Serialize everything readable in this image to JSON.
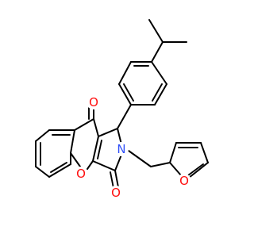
{
  "molecule": {
    "atoms": [
      {
        "id": "O_ketone",
        "symbol": "O",
        "color": "#ff0d0d"
      },
      {
        "id": "N_ring",
        "symbol": "N",
        "color": "#3050f8"
      },
      {
        "id": "O_ring",
        "symbol": "O",
        "color": "#ff0d0d"
      },
      {
        "id": "O_lactam",
        "symbol": "O",
        "color": "#ff0d0d"
      },
      {
        "id": "O_furan",
        "symbol": "O",
        "color": "#ff0d0d"
      }
    ],
    "bond_color": "#000000"
  }
}
